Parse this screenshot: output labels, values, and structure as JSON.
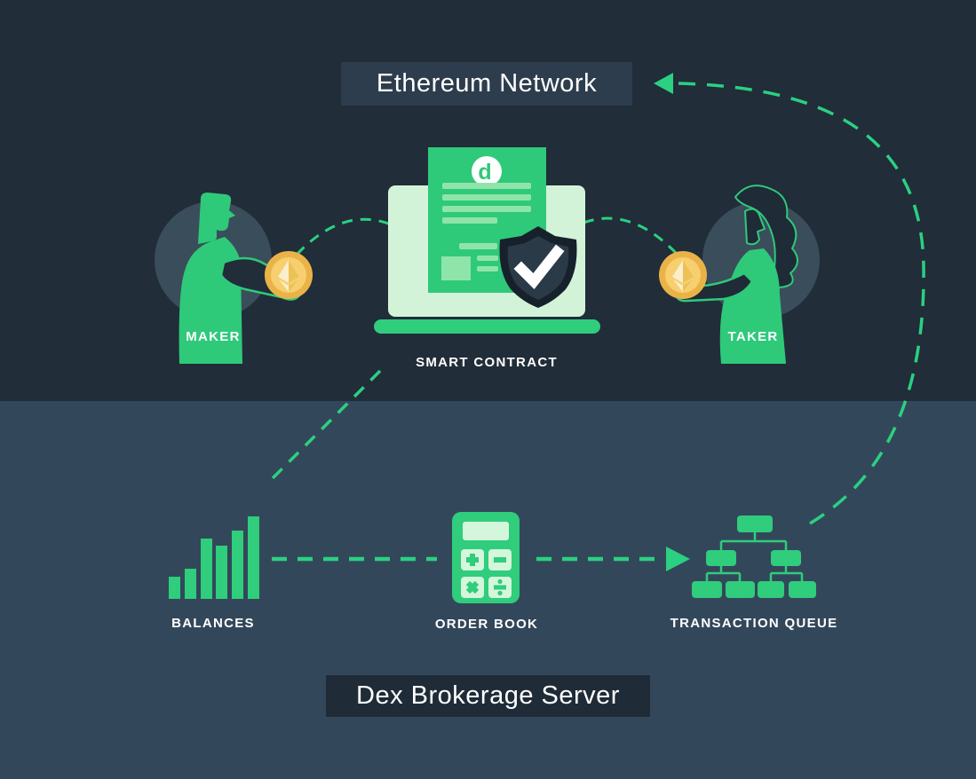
{
  "banners": {
    "network": "Ethereum Network",
    "server": "Dex Brokerage Server"
  },
  "nodes": {
    "maker": {
      "label": "MAKER"
    },
    "smart_contract": {
      "label": "SMART CONTRACT",
      "logo_glyph": "d"
    },
    "taker": {
      "label": "TAKER"
    },
    "balances": {
      "label": "BALANCES"
    },
    "order_book": {
      "label": "ORDER BOOK"
    },
    "transaction_queue": {
      "label": "TRANSACTION QUEUE"
    }
  },
  "flow": [
    "MAKER -> SMART CONTRACT",
    "SMART CONTRACT -> TAKER",
    "SMART CONTRACT -> BALANCES",
    "BALANCES -> ORDER BOOK",
    "ORDER BOOK -> TRANSACTION QUEUE",
    "TRANSACTION QUEUE -> Ethereum Network"
  ],
  "colors": {
    "bg_top": "#212d39",
    "bg_bottom": "#33475a",
    "banner_top_bg": "#2d3d4d",
    "banner_bottom_bg": "#1f2b37",
    "accent_green": "#2fcd7c",
    "dash_green": "#2bd081",
    "pale_green": "#d2f3d8",
    "doc_bar_green": "#8fe5a9",
    "coin_gold": "#eab348",
    "coin_inner_gold": "#f7cf6f",
    "coin_glyph": "#faeecb",
    "shield_dark": "#16212c",
    "shield_inner": "#2b3a47",
    "person_circle": "#3a4d5b",
    "text_white": "#ffffff"
  },
  "balances_icon_bar_heights": [
    25,
    34,
    68,
    60,
    77,
    93
  ]
}
